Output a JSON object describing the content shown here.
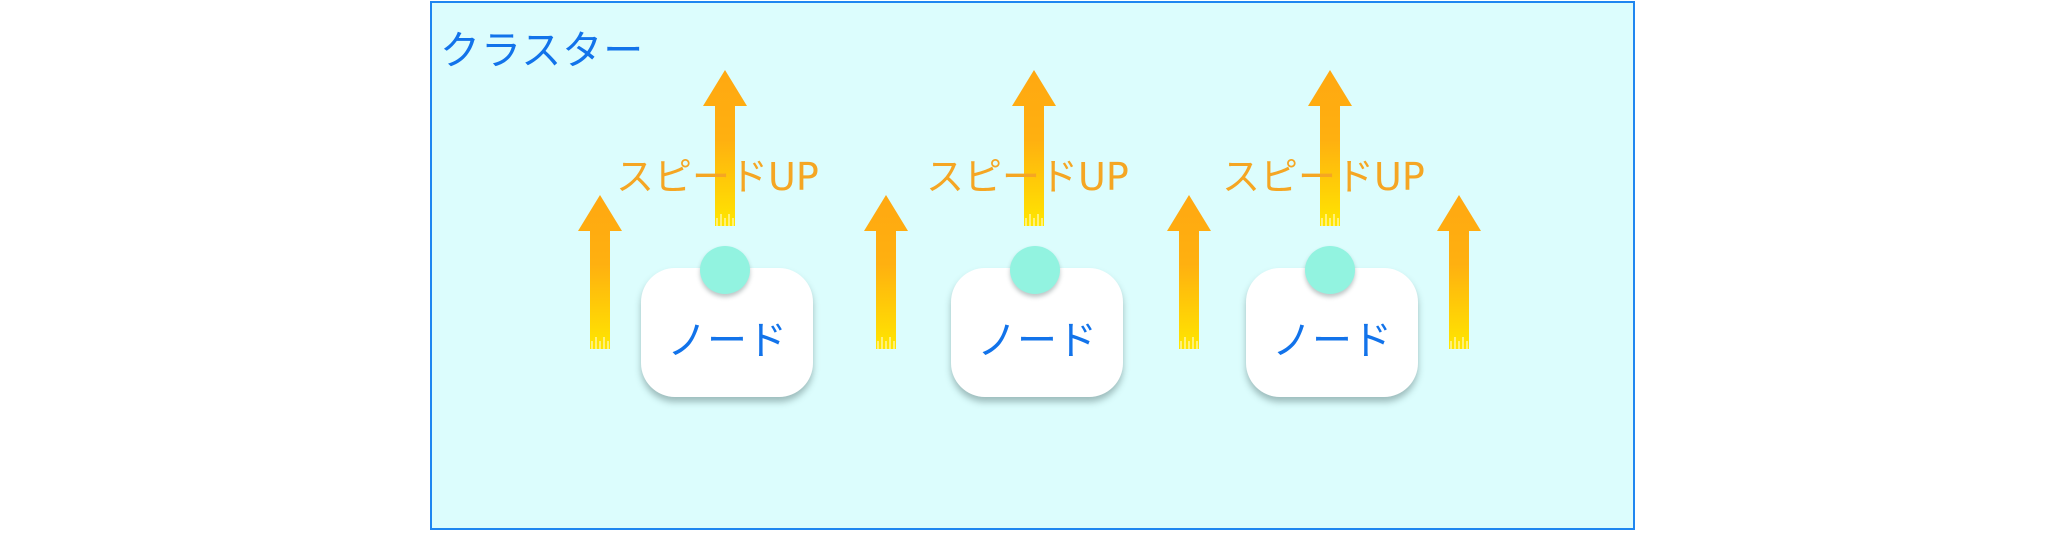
{
  "cluster": {
    "label": "クラスター"
  },
  "nodes": [
    {
      "label": "ノード"
    },
    {
      "label": "ノード"
    },
    {
      "label": "ノード"
    }
  ],
  "speed_labels": [
    {
      "text": "スピードUP"
    },
    {
      "text": "スピードUP"
    },
    {
      "text": "スピードUP"
    }
  ],
  "icons": {
    "arrow": "speed-up-arrow-icon",
    "port": "node-port-icon"
  },
  "colors": {
    "cluster_border": "#1f86f0",
    "cluster_fill": "#dcfdfd",
    "text_blue": "#1273ea",
    "arrow_orange": "#f5a623",
    "arrow_yellow": "#ffe000",
    "port": "#92f3e0",
    "node_fill": "#ffffff"
  }
}
